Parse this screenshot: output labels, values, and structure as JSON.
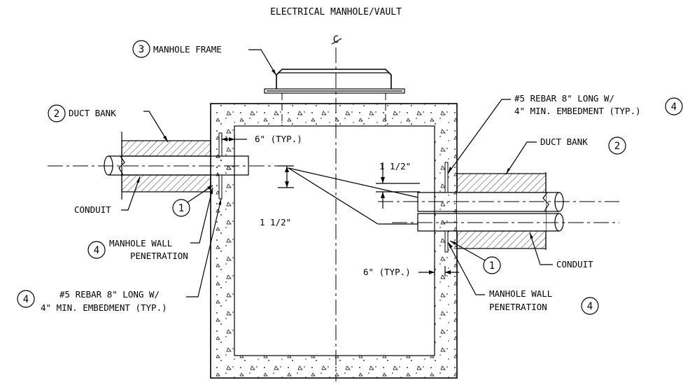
{
  "title": "ELECTRICAL MANHOLE/VAULT",
  "centerline_symbol": "C",
  "labels": {
    "manhole_frame": {
      "num": "3",
      "text": "MANHOLE FRAME"
    },
    "duct_bank_left": {
      "num": "2",
      "text": "DUCT BANK"
    },
    "duct_bank_right": {
      "num": "2",
      "text": "DUCT BANK"
    },
    "conduit_left": "CONDUIT",
    "conduit_right": "CONDUIT",
    "callout_1_left": "1",
    "callout_1_right": "1",
    "wall_pen_left": {
      "num": "4",
      "line1": "MANHOLE WALL",
      "line2": "PENETRATION"
    },
    "wall_pen_right": {
      "num": "4",
      "line1": "MANHOLE WALL",
      "line2": "PENETRATION"
    },
    "rebar_left": {
      "num": "4",
      "line1": "#5 REBAR 8\" LONG W/",
      "line2": "4\" MIN. EMBEDMENT (TYP.)"
    },
    "rebar_right": {
      "num": "4",
      "line1": "#5 REBAR 8\" LONG W/",
      "line2": "4\" MIN. EMBEDMENT (TYP.)"
    }
  },
  "dimensions": {
    "left_6in": "6\" (TYP.)",
    "left_1_5": "1 1/2\"",
    "right_1_5": "1 1/2\"",
    "right_6in": "6\" (TYP.)"
  }
}
